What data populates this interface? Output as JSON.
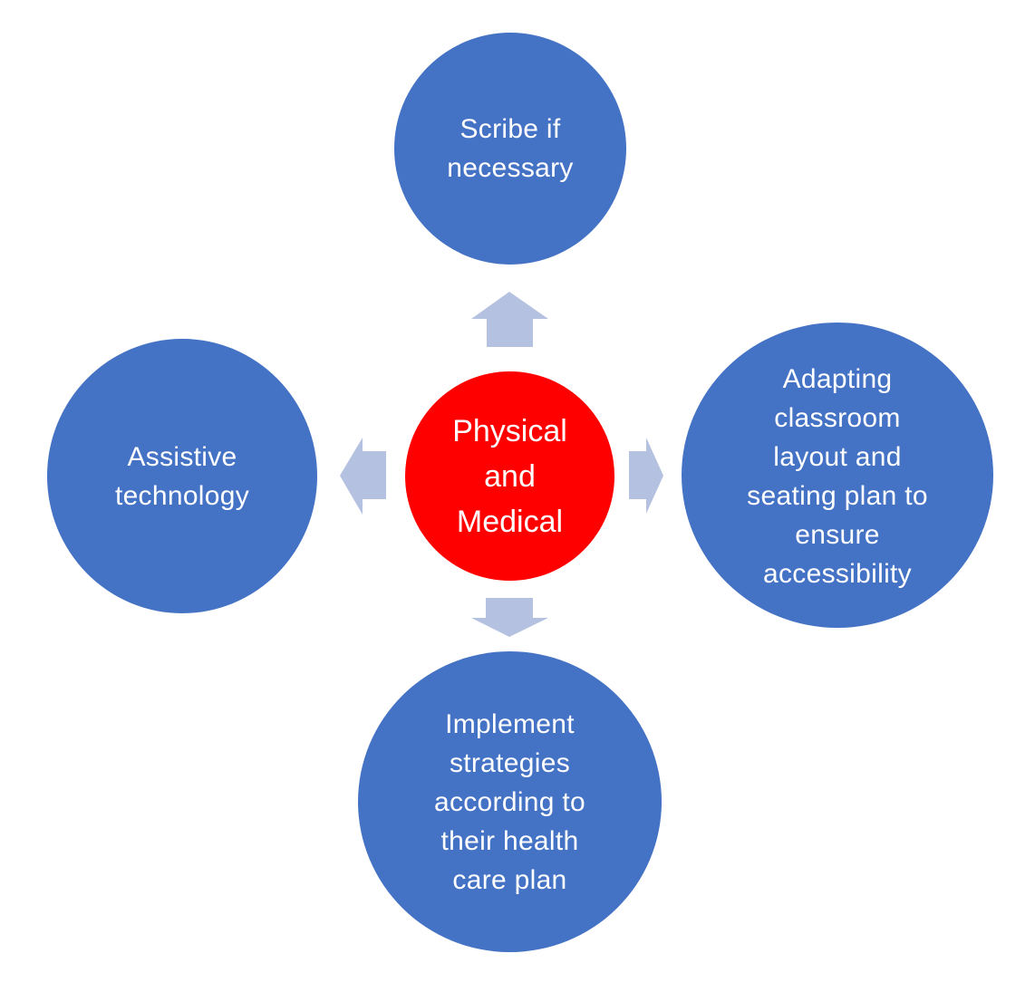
{
  "diagram": {
    "center": {
      "label": "Physical\nand\nMedical",
      "color": "#FF0000"
    },
    "nodes": [
      {
        "id": "top",
        "label": "Scribe if\nnecessary",
        "direction": "up"
      },
      {
        "id": "right",
        "label": "Adapting\nclassroom\nlayout and\nseating plan to\nensure\naccessibility",
        "direction": "right"
      },
      {
        "id": "bottom",
        "label": "Implement\nstrategies\naccording to\ntheir health\ncare plan",
        "direction": "down"
      },
      {
        "id": "left",
        "label": "Assistive\ntechnology",
        "direction": "left"
      }
    ],
    "node_color": "#4472C4",
    "arrow_color": "#B4C1E0",
    "text_color": "#FFFFFF"
  }
}
